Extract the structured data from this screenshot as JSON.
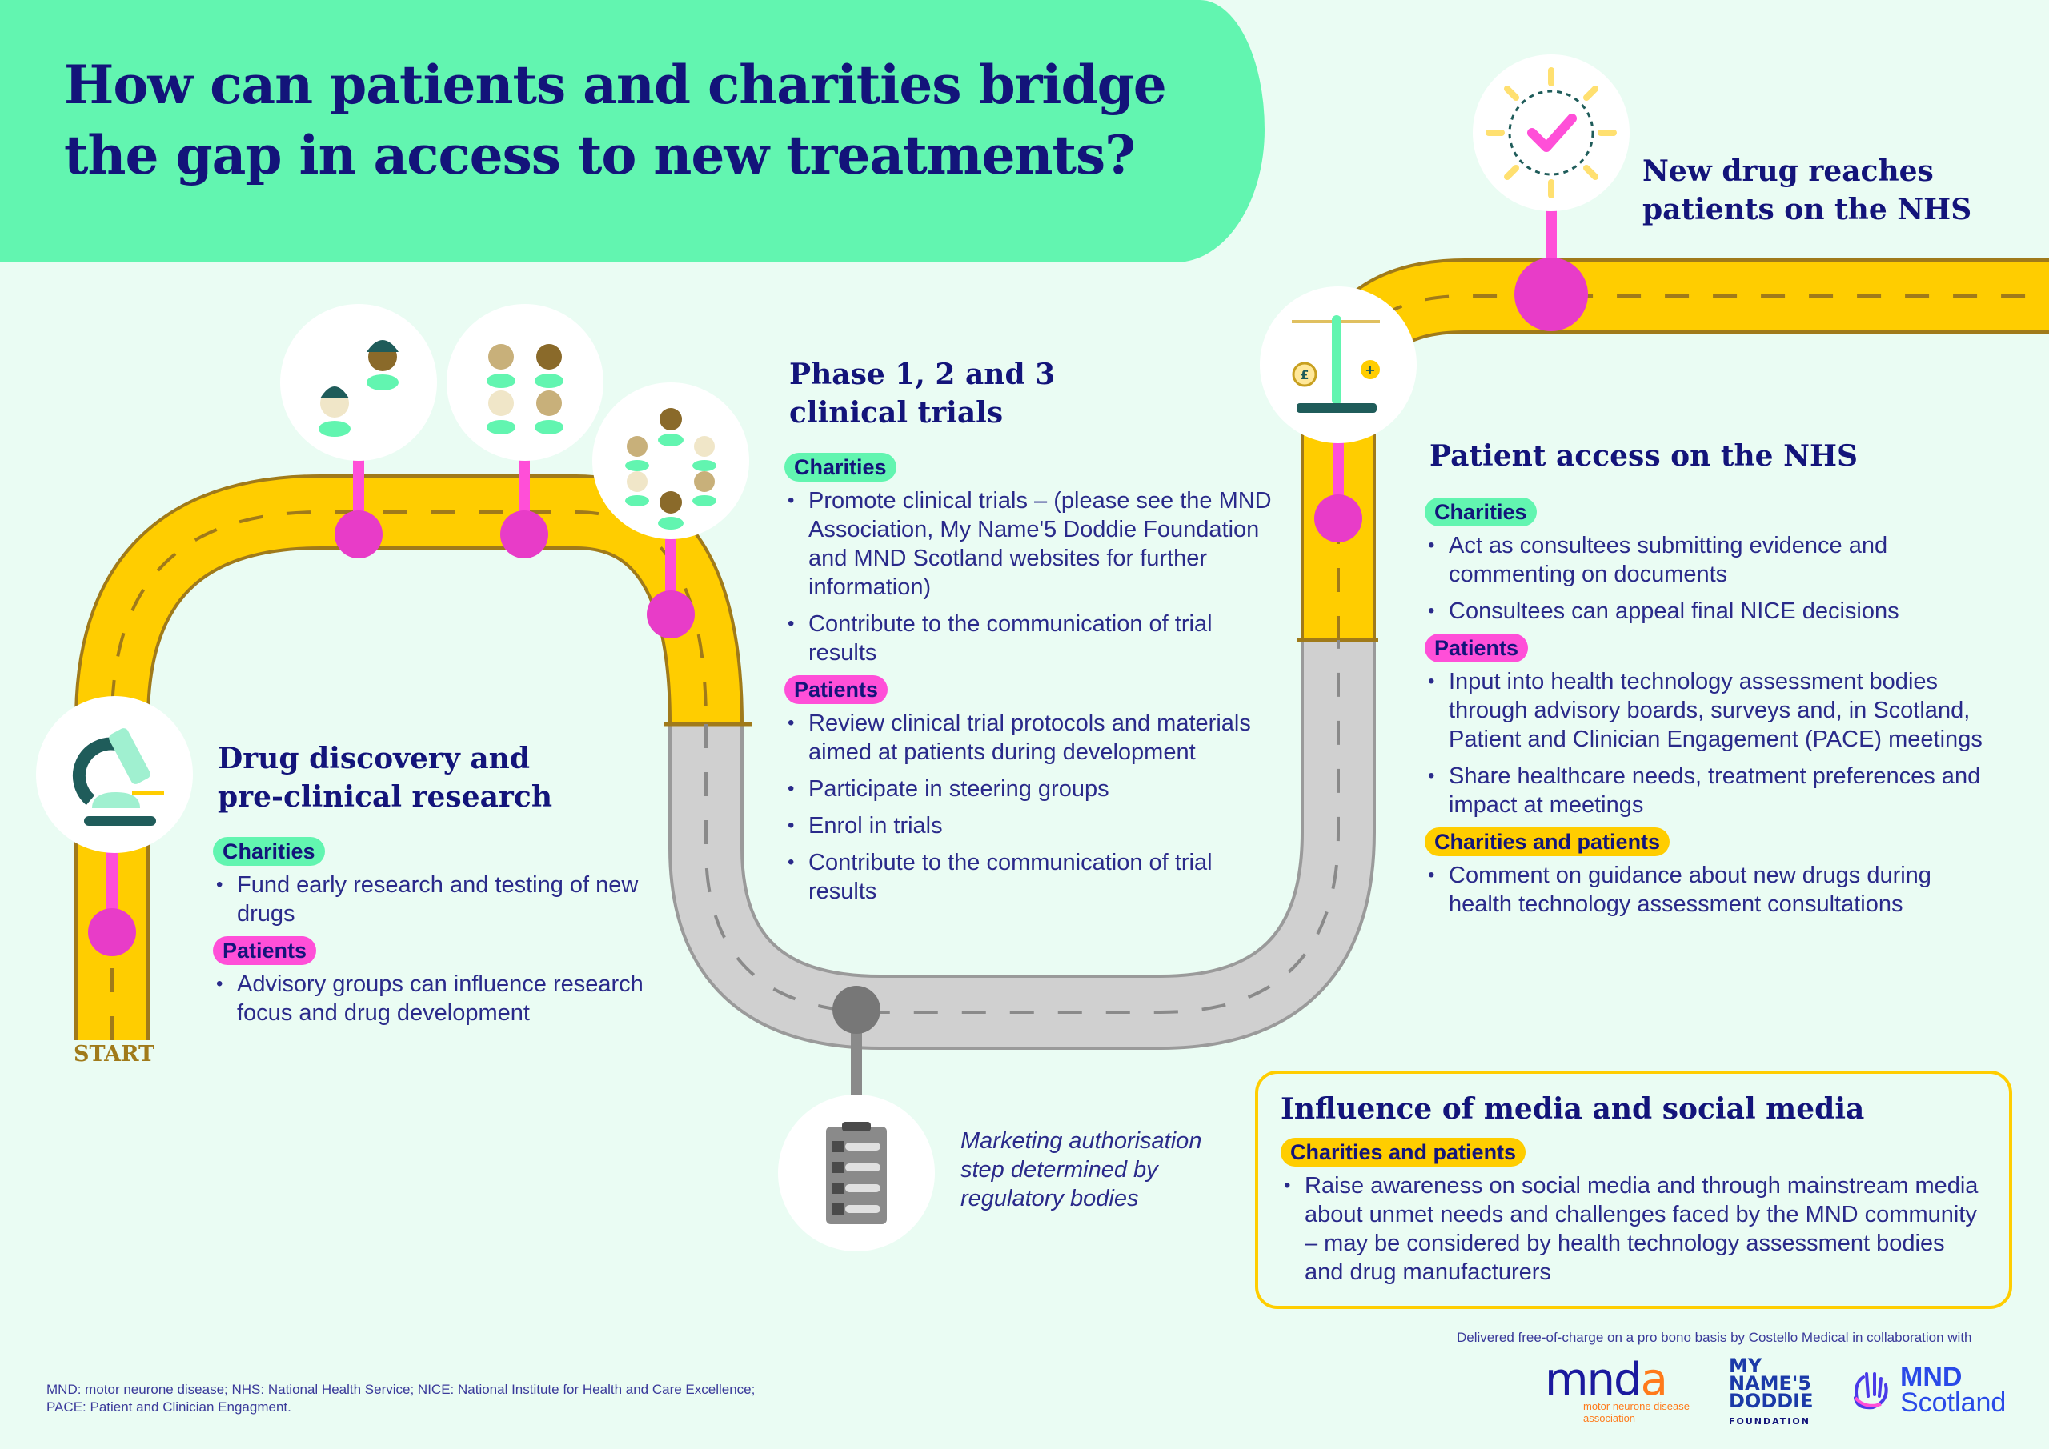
{
  "title": "How can patients and charities bridge the gap in access to new treatments?",
  "title_lines": [
    "How can patients and charities bridge",
    "the gap in access to new treatments?"
  ],
  "colors": {
    "background": "#eafcf3",
    "header": "#62f5b0",
    "charities_badge": "#62f5b0",
    "patients_badge": "#ff4fd8",
    "both_badge": "#ffcd00",
    "road_yellow": "#ffcd00",
    "road_gray": "#cfcfcf",
    "milestone": "#e83cc8",
    "text": "#13147a"
  },
  "start_label": "START",
  "stages": [
    {
      "id": "drug-discovery",
      "heading_lines": [
        "Drug discovery and",
        "pre-clinical research"
      ],
      "groups": [
        {
          "badge": "Charities",
          "type": "charities",
          "items": [
            "Fund early research and testing of new drugs"
          ]
        },
        {
          "badge": "Patients",
          "type": "patients",
          "items": [
            "Advisory groups can influence research focus and drug development"
          ]
        }
      ]
    },
    {
      "id": "clinical-trials",
      "heading_lines": [
        "Phase 1, 2 and 3",
        "clinical trials"
      ],
      "groups": [
        {
          "badge": "Charities",
          "type": "charities",
          "items": [
            "Promote clinical trials – (please see the MND Association, My Name'5 Doddie Foundation and MND Scotland websites for further information)",
            "Contribute to the communication of trial results"
          ]
        },
        {
          "badge": "Patients",
          "type": "patients",
          "items": [
            "Review clinical trial protocols and materials aimed at patients during development",
            "Participate in steering groups",
            "Enrol in trials",
            "Contribute to the communication of trial results"
          ]
        }
      ]
    },
    {
      "id": "marketing-authorisation",
      "note": "Marketing authorisation step determined by regulatory bodies"
    },
    {
      "id": "patient-access",
      "heading_lines": [
        "Patient access on the NHS"
      ],
      "groups": [
        {
          "badge": "Charities",
          "type": "charities",
          "items": [
            "Act as consultees submitting evidence and commenting on documents",
            "Consultees can appeal final NICE decisions"
          ]
        },
        {
          "badge": "Patients",
          "type": "patients",
          "items": [
            "Input into health technology assessment bodies through advisory boards, surveys and, in Scotland, Patient and Clinician Engagement (PACE) meetings",
            "Share healthcare needs, treatment preferences and impact at meetings"
          ]
        },
        {
          "badge": "Charities and patients",
          "type": "both",
          "items": [
            "Comment on guidance about new drugs during health technology assessment consultations"
          ]
        }
      ]
    },
    {
      "id": "new-drug",
      "heading_lines": [
        "New drug reaches",
        "patients on the NHS"
      ]
    }
  ],
  "media": {
    "heading": "Influence of media and social media",
    "badge": "Charities and patients",
    "items": [
      "Raise awareness on social media and through mainstream media about unmet needs and challenges faced by the MND community – may be considered by health technology assessment bodies and drug manufacturers"
    ]
  },
  "icons": {
    "microscope": "microscope-icon",
    "patients_2": "patient-group-2-icon",
    "patients_4": "patient-group-4-icon",
    "patients_6": "patient-group-6-icon",
    "clipboard": "clipboard-checklist-icon",
    "scales": "scales-icon",
    "approval": "approval-badge-icon"
  },
  "footnote_lines": [
    "MND: motor neurone disease; NHS: National Health Service; NICE: National Institute for Health and Care Excellence;",
    "PACE: Patient and Clinician Engagment."
  ],
  "credit": "Delivered free-of-charge on a pro bono basis by Costello Medical in collaboration with",
  "logos": {
    "mnda": {
      "mark_a": "mnd",
      "mark_b": "a",
      "line1": "motor neurone disease",
      "line2": "association"
    },
    "doddie": {
      "lines": [
        "MY",
        "NAME'5",
        "DODDIE"
      ],
      "sub": "FOUNDATION"
    },
    "scotland": {
      "lines": [
        "MND",
        "Scotland"
      ]
    }
  }
}
